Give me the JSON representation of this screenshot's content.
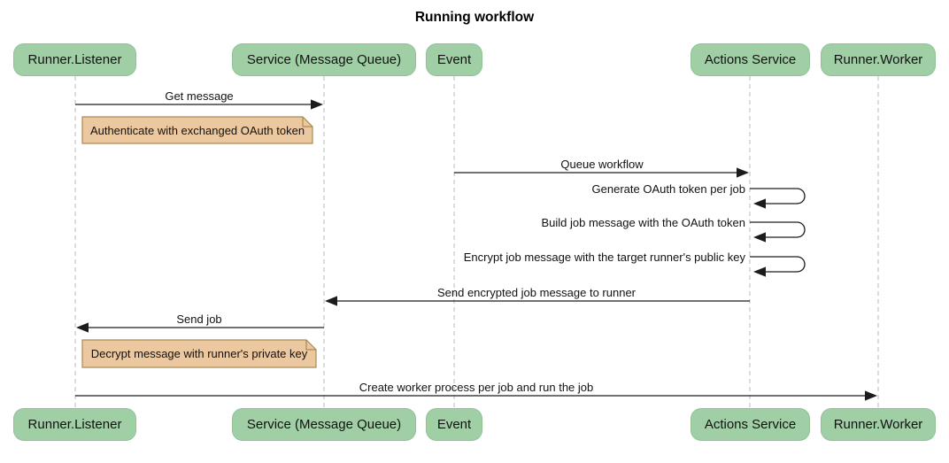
{
  "title": "Running workflow",
  "colors": {
    "participant_fill": "#a0cfa5",
    "participant_border": "#8fc296",
    "note_fill": "#ecc8a0",
    "note_border": "#a98a54",
    "lifeline": "#b9b9b9",
    "arrow": "#1c1c1c",
    "background": "#ffffff"
  },
  "participants": [
    {
      "label": "Runner.Listener"
    },
    {
      "label": "Service (Message Queue)"
    },
    {
      "label": "Event"
    },
    {
      "label": "Actions Service"
    },
    {
      "label": "Runner.Worker"
    }
  ],
  "messages": [
    {
      "label": "Get message",
      "from": "Runner.Listener",
      "to": "Service (Message Queue)",
      "self": false
    },
    {
      "label": "Queue workflow",
      "from": "Event",
      "to": "Actions Service",
      "self": false
    },
    {
      "label": "Generate OAuth token per job",
      "from": "Actions Service",
      "to": "Actions Service",
      "self": true
    },
    {
      "label": "Build job message with the OAuth token",
      "from": "Actions Service",
      "to": "Actions Service",
      "self": true
    },
    {
      "label": "Encrypt job message with the target runner's public key",
      "from": "Actions Service",
      "to": "Actions Service",
      "self": true
    },
    {
      "label": "Send encrypted job message to runner",
      "from": "Actions Service",
      "to": "Service (Message Queue)",
      "self": false
    },
    {
      "label": "Send job",
      "from": "Service (Message Queue)",
      "to": "Runner.Listener",
      "self": false
    },
    {
      "label": "Create worker process per job and run the job",
      "from": "Runner.Listener",
      "to": "Runner.Worker",
      "self": false
    }
  ],
  "notes": [
    {
      "label": "Authenticate with exchanged OAuth token",
      "over": "Runner.Listener"
    },
    {
      "label": "Decrypt message with runner's private key",
      "over": "Runner.Listener"
    }
  ]
}
